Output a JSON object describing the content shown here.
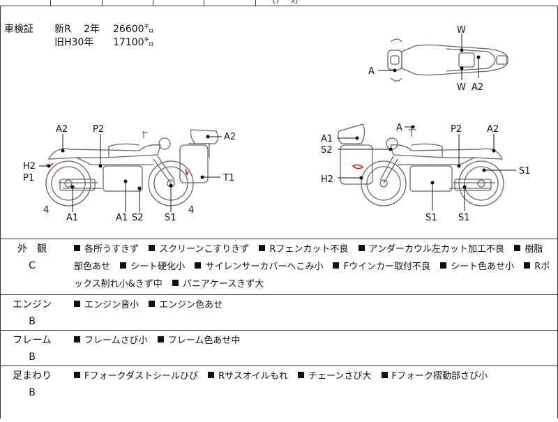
{
  "top_strip": {
    "fragment": "（ｿ ´ｰｽ）"
  },
  "certificate": {
    "label": "車検証",
    "rows": [
      {
        "kind": "新R",
        "year": "2年",
        "mileage": "26600",
        "unit": "㌔"
      },
      {
        "kind": "旧H30年",
        "year": "",
        "mileage": "17100",
        "unit": "㌔"
      }
    ]
  },
  "diagram_labels": {
    "top_view": {
      "w_top": "W",
      "w_bottom": "W",
      "a_left": "A",
      "a2": "A2"
    },
    "left_side": {
      "a2": "A2",
      "p2": "P2",
      "a2_box": "A2",
      "h2": "H2",
      "p1": "P1",
      "t1": "T1",
      "n4_left": "4",
      "n4_right": "4",
      "a1_left": "A1",
      "a1_mid": "A1",
      "s2": "S2",
      "s1": "S1"
    },
    "right_side": {
      "a_top": "A",
      "a1": "A1",
      "s2": "S2",
      "p2": "P2",
      "a2": "A2",
      "s1_right": "S1",
      "h2": "H2",
      "s1_bottom_left": "S1",
      "s1_bottom_right": "S1"
    }
  },
  "conditions": [
    {
      "category": "外　観",
      "grade": "C",
      "items": [
        "各所うすきず",
        "スクリーンこすりきず",
        "Rフェンカット不良",
        "アンダーカウル左カット加工不良",
        "樹脂部色あせ",
        "シート硬化小",
        "サイレンサーカバーへこみ小",
        "Fウインカー取付不良",
        "シート色あせ小",
        "Rボックス削れ小&きず中",
        "パニアケースきず大"
      ]
    },
    {
      "category": "エンジン",
      "grade": "B",
      "items": [
        "エンジン音小",
        "エンジン色あせ"
      ]
    },
    {
      "category": "フレーム",
      "grade": "B",
      "items": [
        "フレームさび小",
        "フレーム色あせ中"
      ]
    },
    {
      "category": "足まわり",
      "grade": "B",
      "items": [
        "Fフォークダストシールひび",
        "Rサスオイルもれ",
        "チェーンさび大",
        "Fフォーク摺動部さび小"
      ]
    }
  ]
}
